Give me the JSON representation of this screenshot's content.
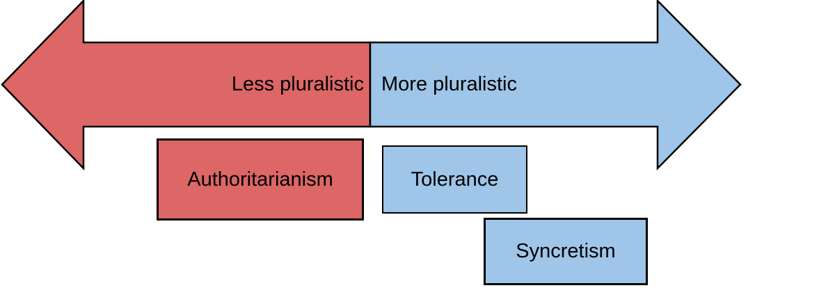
{
  "arrow": {
    "left": {
      "label": "Less pluralistic",
      "color": "#dd6666"
    },
    "right": {
      "label": "More pluralistic",
      "color": "#9fc5e8"
    },
    "outline_color": "#000000"
  },
  "boxes": {
    "authoritarianism": {
      "label": "Authoritarianism",
      "color": "#dd6666"
    },
    "tolerance": {
      "label": "Tolerance",
      "color": "#9fc5e8"
    },
    "syncretism": {
      "label": "Syncretism",
      "color": "#9fc5e8"
    }
  },
  "text_color": "#000000",
  "background_color": "#ffffff"
}
